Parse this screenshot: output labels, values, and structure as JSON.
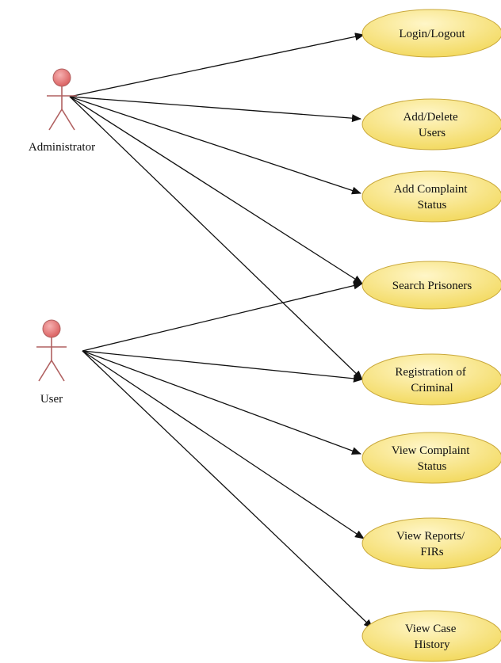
{
  "actors": [
    {
      "id": "admin",
      "label": "Administrator"
    },
    {
      "id": "user",
      "label": "User"
    }
  ],
  "use_cases": [
    {
      "id": "login",
      "lines": [
        "Login/Logout"
      ]
    },
    {
      "id": "adddel",
      "lines": [
        "Add/Delete",
        "Users"
      ]
    },
    {
      "id": "addcomp",
      "lines": [
        "Add Complaint",
        "Status"
      ]
    },
    {
      "id": "search",
      "lines": [
        "Search Prisoners"
      ]
    },
    {
      "id": "reg",
      "lines": [
        "Registration of",
        "Criminal"
      ]
    },
    {
      "id": "viewcomp",
      "lines": [
        "View Complaint",
        "Status"
      ]
    },
    {
      "id": "reports",
      "lines": [
        "View Reports/",
        "FIRs"
      ]
    },
    {
      "id": "history",
      "lines": [
        "View Case",
        "History"
      ]
    }
  ],
  "associations": [
    {
      "from": "admin",
      "to": "login"
    },
    {
      "from": "admin",
      "to": "adddel"
    },
    {
      "from": "admin",
      "to": "addcomp"
    },
    {
      "from": "admin",
      "to": "search"
    },
    {
      "from": "admin",
      "to": "reg"
    },
    {
      "from": "user",
      "to": "search"
    },
    {
      "from": "user",
      "to": "reg"
    },
    {
      "from": "user",
      "to": "viewcomp"
    },
    {
      "from": "user",
      "to": "reports"
    },
    {
      "from": "user",
      "to": "history"
    }
  ],
  "colors": {
    "usecase_fill_light": "#fff6c8",
    "usecase_fill_dark": "#f2d85a",
    "usecase_stroke": "#c9a83a",
    "actor_head_light": "#f6b1b1",
    "actor_head_dark": "#d95c5c",
    "actor_stroke": "#b06060",
    "line": "#111111"
  }
}
